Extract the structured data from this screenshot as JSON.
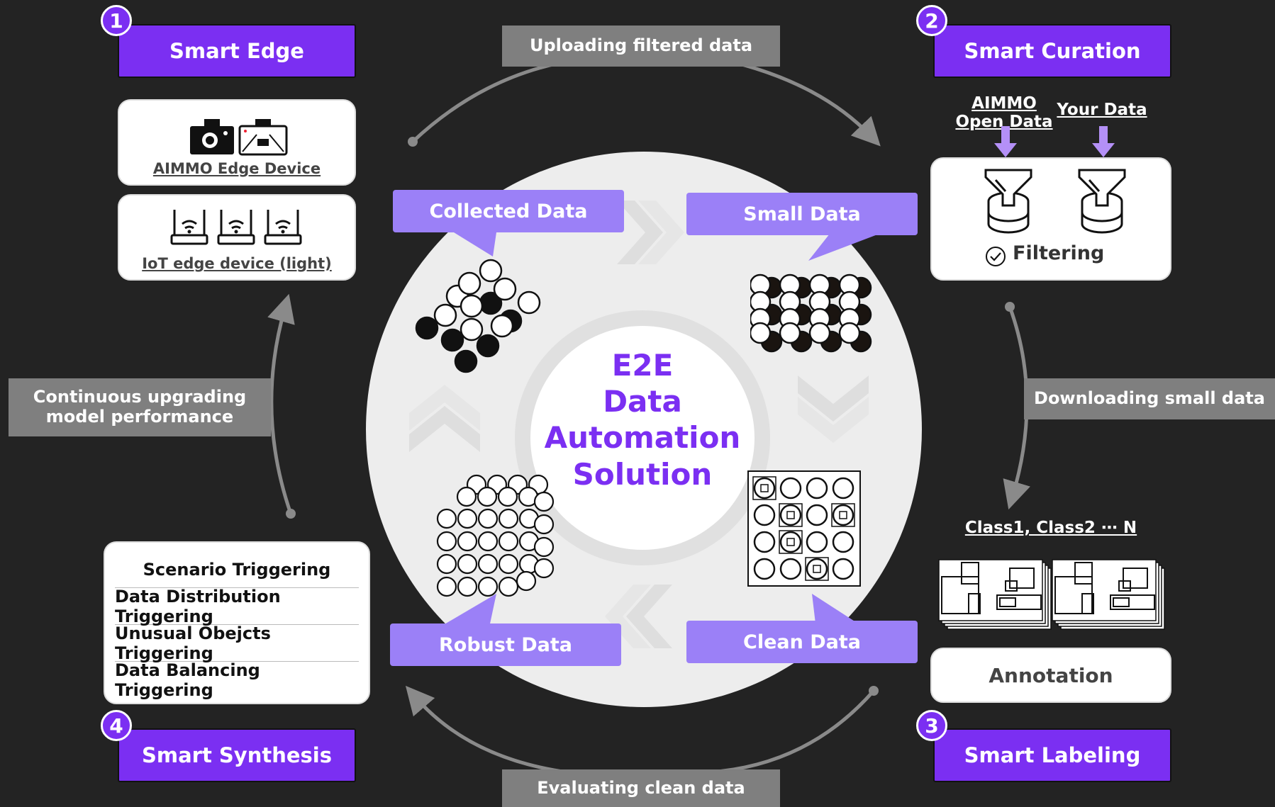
{
  "stages": {
    "edge": {
      "number": "1",
      "label": "Smart Edge"
    },
    "curation": {
      "number": "2",
      "label": "Smart Curation"
    },
    "labeling": {
      "number": "3",
      "label": "Smart Labeling"
    },
    "synthesis": {
      "number": "4",
      "label": "Smart Synthesis"
    }
  },
  "flows": {
    "top": "Uploading filtered data",
    "right": "Downloading small data",
    "bottom": "Evaluating clean data",
    "left": "Continuous upgrading model performance"
  },
  "edge_devices": {
    "aimmo_device": "AIMMO Edge Device",
    "iot_device": "IoT edge device (light)"
  },
  "curation": {
    "source_a": "AIMMO Open Data",
    "source_b": "Your Data",
    "filtering": "Filtering"
  },
  "labeling": {
    "classes": "Class1, Class2 ⋯ N",
    "annotation": "Annotation"
  },
  "triggers": [
    "Scenario Triggering",
    "Data Distribution Triggering",
    "Unusual Obejcts Triggering",
    "Data Balancing Triggering"
  ],
  "data_states": {
    "collected": "Collected Data",
    "small": "Small Data",
    "clean": "Clean Data",
    "robust": "Robust Data"
  },
  "center": {
    "line1": "E2E",
    "line2": "Data",
    "line3": "Automation",
    "line4": "Solution"
  },
  "colors": {
    "background": "#232323",
    "accent": "#7b2ff2",
    "label_lavender": "#9b80f7",
    "flow_gray": "#7f7f7f"
  }
}
